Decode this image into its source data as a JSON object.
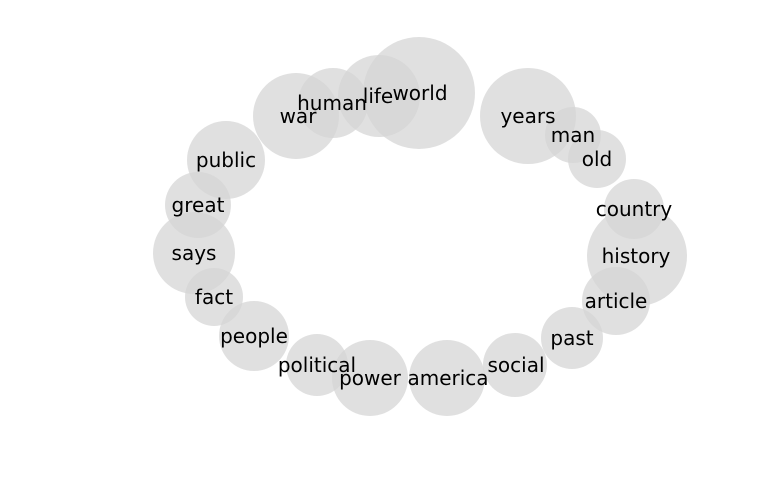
{
  "diagram": {
    "type": "word-bubble-ring",
    "bubble_color": "#d6d6d6",
    "text_color": "#000000",
    "words": [
      {
        "label": "world"
      },
      {
        "label": "life"
      },
      {
        "label": "human"
      },
      {
        "label": "war"
      },
      {
        "label": "public"
      },
      {
        "label": "great"
      },
      {
        "label": "says"
      },
      {
        "label": "fact"
      },
      {
        "label": "people"
      },
      {
        "label": "political"
      },
      {
        "label": "power"
      },
      {
        "label": "america"
      },
      {
        "label": "social"
      },
      {
        "label": "past"
      },
      {
        "label": "article"
      },
      {
        "label": "history"
      },
      {
        "label": "country"
      },
      {
        "label": "old"
      },
      {
        "label": "man"
      },
      {
        "label": "years"
      }
    ]
  }
}
